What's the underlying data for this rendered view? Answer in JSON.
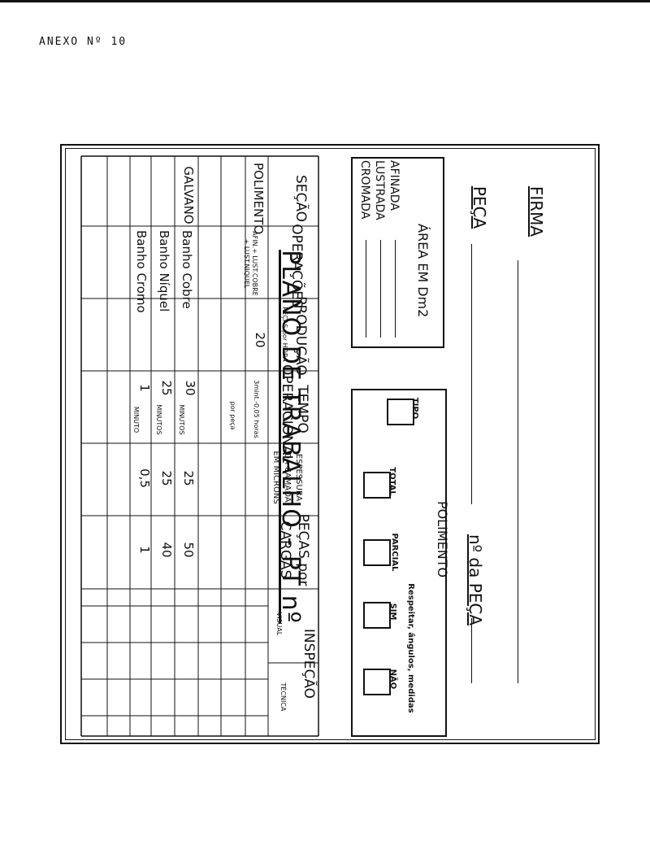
{
  "annex": "ANEXO Nº 10",
  "title": "PLANO DE TRABALHO - PT nº",
  "fields": {
    "firma": "FIRMA",
    "peca": "PEÇA",
    "nro_peca": "nº da PEÇA"
  },
  "area_box": {
    "title": "ÁREA EM Dm2",
    "rows": [
      "AFINADA",
      "LUSTRADA",
      "CROMADA"
    ]
  },
  "polimento_box": {
    "title": "POLIMENTO",
    "respeitar": "Respeitar, ângulos, medidas",
    "options": [
      "TIPO",
      "TOTAL",
      "PARCIAL",
      "SIM",
      "NÃO"
    ]
  },
  "table": {
    "headers": {
      "secao": "SEÇÃO",
      "operacoes": "OPERAÇÕES",
      "producao": "PRODUÇÃO",
      "producao_sub": "PEÇAS por HORA",
      "tempo": "TEMPO",
      "operacional": "OPERACIONAL",
      "espessura": [
        "ESPESSURA",
        "DA CAMADA",
        "EM MICRONS"
      ],
      "pecas_cargas": [
        "PEÇAS por",
        "CARGAS"
      ],
      "inspecao": "INSPEÇÃO",
      "visual": "VISUAL",
      "tecnica": "TÉCNICA"
    },
    "rows": [
      {
        "secao": "POLIMENTO",
        "operacoes": [
          "AFIN.+ LUST.COBRE",
          "+ LUST.NIQUEL"
        ],
        "producao": "20",
        "tempo": [
          "3mint.-0,05 horas",
          "por peça"
        ],
        "espessura": "",
        "cargas": ""
      },
      {
        "secao": "",
        "operacoes": [
          ""
        ],
        "producao": "",
        "tempo": [
          ""
        ],
        "espessura": "",
        "cargas": ""
      },
      {
        "secao": "",
        "operacoes": [
          ""
        ],
        "producao": "",
        "tempo": [
          ""
        ],
        "espessura": "",
        "cargas": ""
      },
      {
        "secao": "GALVANO",
        "operacoes": [
          "Banho Cobre"
        ],
        "producao": "",
        "tempo": [
          "30",
          "MINUTOS"
        ],
        "espessura": "25",
        "cargas": "50"
      },
      {
        "secao": "",
        "operacoes": [
          "Banho Níquel"
        ],
        "producao": "",
        "tempo": [
          "25",
          "MINUTOS"
        ],
        "espessura": "25",
        "cargas": "40"
      },
      {
        "secao": "",
        "operacoes": [
          "Banho Cromo"
        ],
        "producao": "",
        "tempo": [
          "1",
          "MINUTO"
        ],
        "espessura": "0,5",
        "cargas": "1"
      },
      {
        "secao": "",
        "operacoes": [
          ""
        ],
        "producao": "",
        "tempo": [
          ""
        ],
        "espessura": "",
        "cargas": ""
      },
      {
        "secao": "",
        "operacoes": [
          ""
        ],
        "producao": "",
        "tempo": [
          ""
        ],
        "espessura": "",
        "cargas": ""
      },
      {
        "secao": "",
        "operacoes": [
          ""
        ],
        "producao": "",
        "tempo": [
          ""
        ],
        "espessura": "",
        "cargas": ""
      }
    ]
  }
}
